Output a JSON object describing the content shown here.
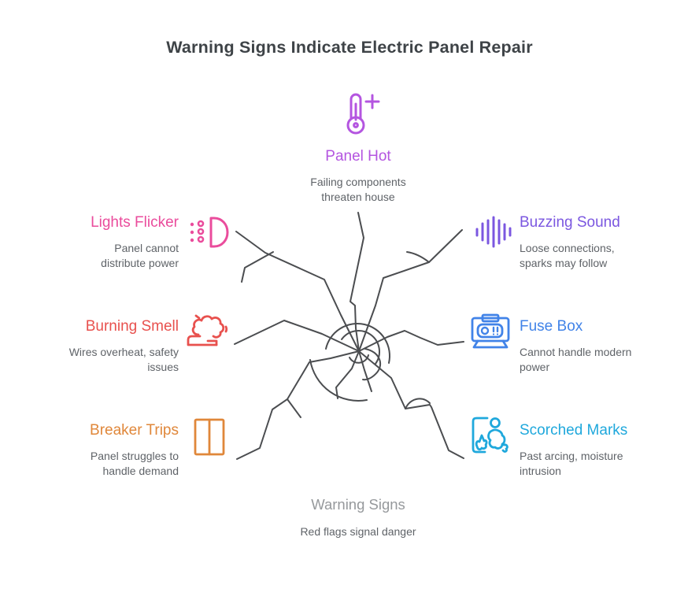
{
  "title": "Warning Signs Indicate Electric Panel Repair",
  "palette": {
    "heading": "#3e4347",
    "body_text": "#5f6368",
    "muted": "#96999c",
    "line": "#4b4d50"
  },
  "center": {
    "label": "Warning Signs",
    "desc": "Red flags signal danger"
  },
  "items": [
    {
      "id": "panel-hot",
      "title": "Panel Hot",
      "desc1": "Failing components",
      "desc2": "threaten house",
      "color": "#b455e0",
      "icon": "thermometer-plus-icon"
    },
    {
      "id": "lights-flicker",
      "title": "Lights Flicker",
      "desc1": "Panel cannot",
      "desc2": "distribute power",
      "color": "#ea4c9c",
      "icon": "headlight-icon"
    },
    {
      "id": "buzzing-sound",
      "title": "Buzzing Sound",
      "desc1": "Loose connections,",
      "desc2": "sparks may follow",
      "color": "#7b57e0",
      "icon": "sound-wave-icon"
    },
    {
      "id": "burning-smell",
      "title": "Burning Smell",
      "desc1": "Wires overheat, safety",
      "desc2": "issues",
      "color": "#e8514e",
      "icon": "smoke-hand-icon"
    },
    {
      "id": "fuse-box",
      "title": "Fuse Box",
      "desc1": "Cannot handle modern",
      "desc2": "power",
      "color": "#4183e8",
      "icon": "fuse-box-icon"
    },
    {
      "id": "breaker-trips",
      "title": "Breaker Trips",
      "desc1": "Panel struggles to",
      "desc2": "handle demand",
      "color": "#e0873a",
      "icon": "breaker-panel-icon"
    },
    {
      "id": "scorched-marks",
      "title": "Scorched Marks",
      "desc1": "Past arcing, moisture",
      "desc2": "intrusion",
      "color": "#1fa8dc",
      "icon": "scorch-person-icon"
    }
  ]
}
